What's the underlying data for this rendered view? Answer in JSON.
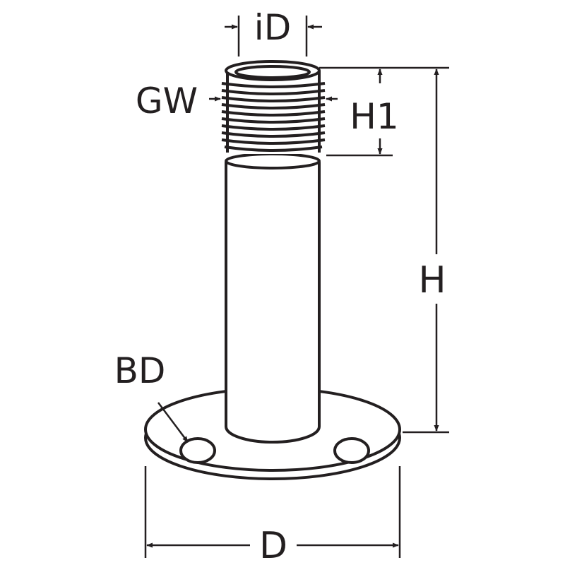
{
  "labels": {
    "inner_diameter": "iD",
    "thread": "GW",
    "thread_height": "H1",
    "height": "H",
    "bore_diameter": "BD",
    "diameter": "D"
  },
  "colors": {
    "line": "#231f20",
    "fill": "#ffffff"
  }
}
